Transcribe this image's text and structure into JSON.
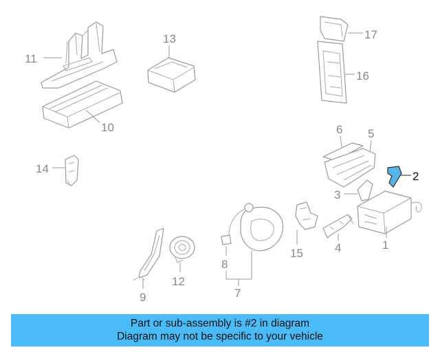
{
  "callouts": {
    "c1": "1",
    "c2": "2",
    "c3": "3",
    "c4": "4",
    "c5": "5",
    "c6": "6",
    "c7": "7",
    "c8": "8",
    "c9": "9",
    "c10": "10",
    "c11": "11",
    "c12": "12",
    "c13": "13",
    "c14": "14",
    "c15": "15",
    "c16": "16",
    "c17": "17"
  },
  "highlight_color": "#5ab4e8",
  "banner": {
    "line1": "Part or sub-assembly is #2 in diagram",
    "line2": "Diagram may not be specific to your vehicle",
    "color": "#4bbbf7"
  }
}
